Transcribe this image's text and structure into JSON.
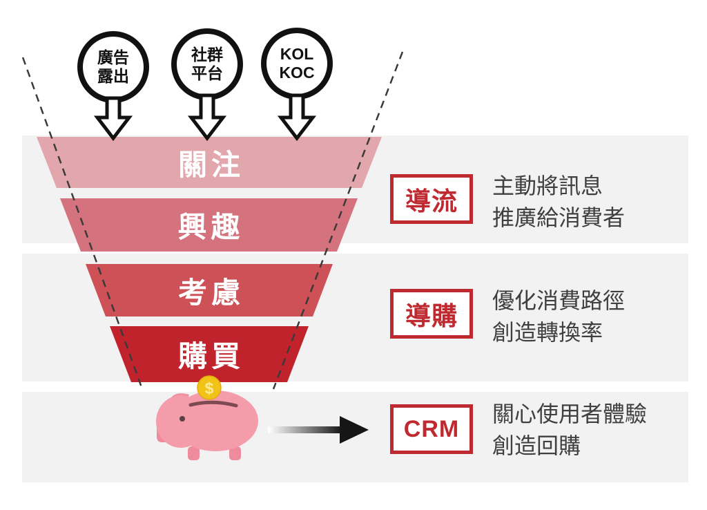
{
  "colors": {
    "accent_red": "#bf2a31",
    "band_gray": "#f2f2f2",
    "funnel_level_1": "#e2a6ad",
    "funnel_level_2": "#d4737d",
    "funnel_level_3": "#cd5157",
    "funnel_level_4": "#c1232d",
    "description_text": "#3f3f3f",
    "outline_black": "#111111",
    "pig_pink": "#f59cab",
    "pig_dark_pink": "#ee8c9e",
    "coin_gold": "#f2c317"
  },
  "sources": [
    {
      "line1": "廣告",
      "line2": "露出"
    },
    {
      "line1": "社群",
      "line2": "平台"
    },
    {
      "line1": "KOL",
      "line2": "KOC"
    }
  ],
  "funnel_levels": [
    {
      "label": "關注"
    },
    {
      "label": "興趣"
    },
    {
      "label": "考慮"
    },
    {
      "label": "購買"
    }
  ],
  "stages": [
    {
      "tag": "導流",
      "line1": "主動將訊息",
      "line2": "推廣給消費者"
    },
    {
      "tag": "導購",
      "line1": "優化消費路徑",
      "line2": "創造轉換率"
    },
    {
      "tag": "CRM",
      "line1": "關心使用者體驗",
      "line2": "創造回購"
    }
  ],
  "icons": {
    "source-circle-badge": "black outlined circle",
    "down-arrow-icon": "black outlined downward arrow",
    "funnel-guide-lines": "dashed converging guide lines",
    "piggy-bank-icon": "pink piggy bank",
    "coin-icon": "gold dollar coin",
    "flow-arrow-icon": "gradient arrow pointing right"
  }
}
